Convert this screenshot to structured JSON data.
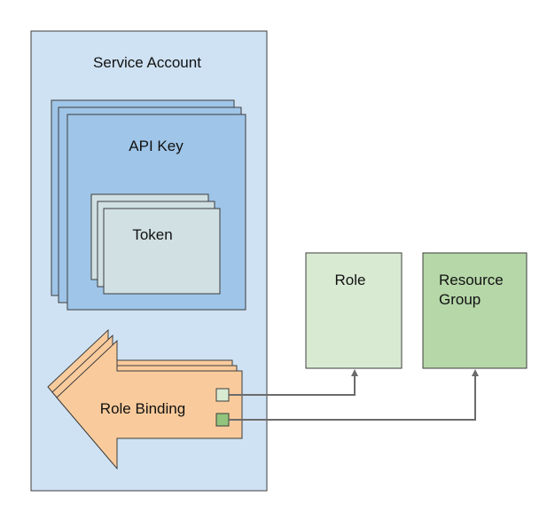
{
  "nodes": {
    "service_account": {
      "label": "Service Account",
      "fill": "#cfe2f3"
    },
    "api_key": {
      "label": "API Key",
      "fill": "#9fc5e8"
    },
    "token": {
      "label": "Token",
      "fill": "#d0e0e3"
    },
    "role_binding": {
      "label": "Role Binding",
      "fill": "#f9cb9c"
    },
    "role": {
      "label": "Role",
      "fill": "#d9ead3"
    },
    "resource_group": {
      "label_line1": "Resource",
      "label_line2": "Group",
      "fill": "#b6d7a8"
    }
  },
  "edges": [
    {
      "from": "role_binding",
      "to": "role"
    },
    {
      "from": "role_binding",
      "to": "resource_group"
    }
  ],
  "colors": {
    "stroke": "#3d3d3d",
    "connector": "#6b6b6b",
    "port_role": "#d9ead3",
    "port_group": "#93c47d"
  }
}
